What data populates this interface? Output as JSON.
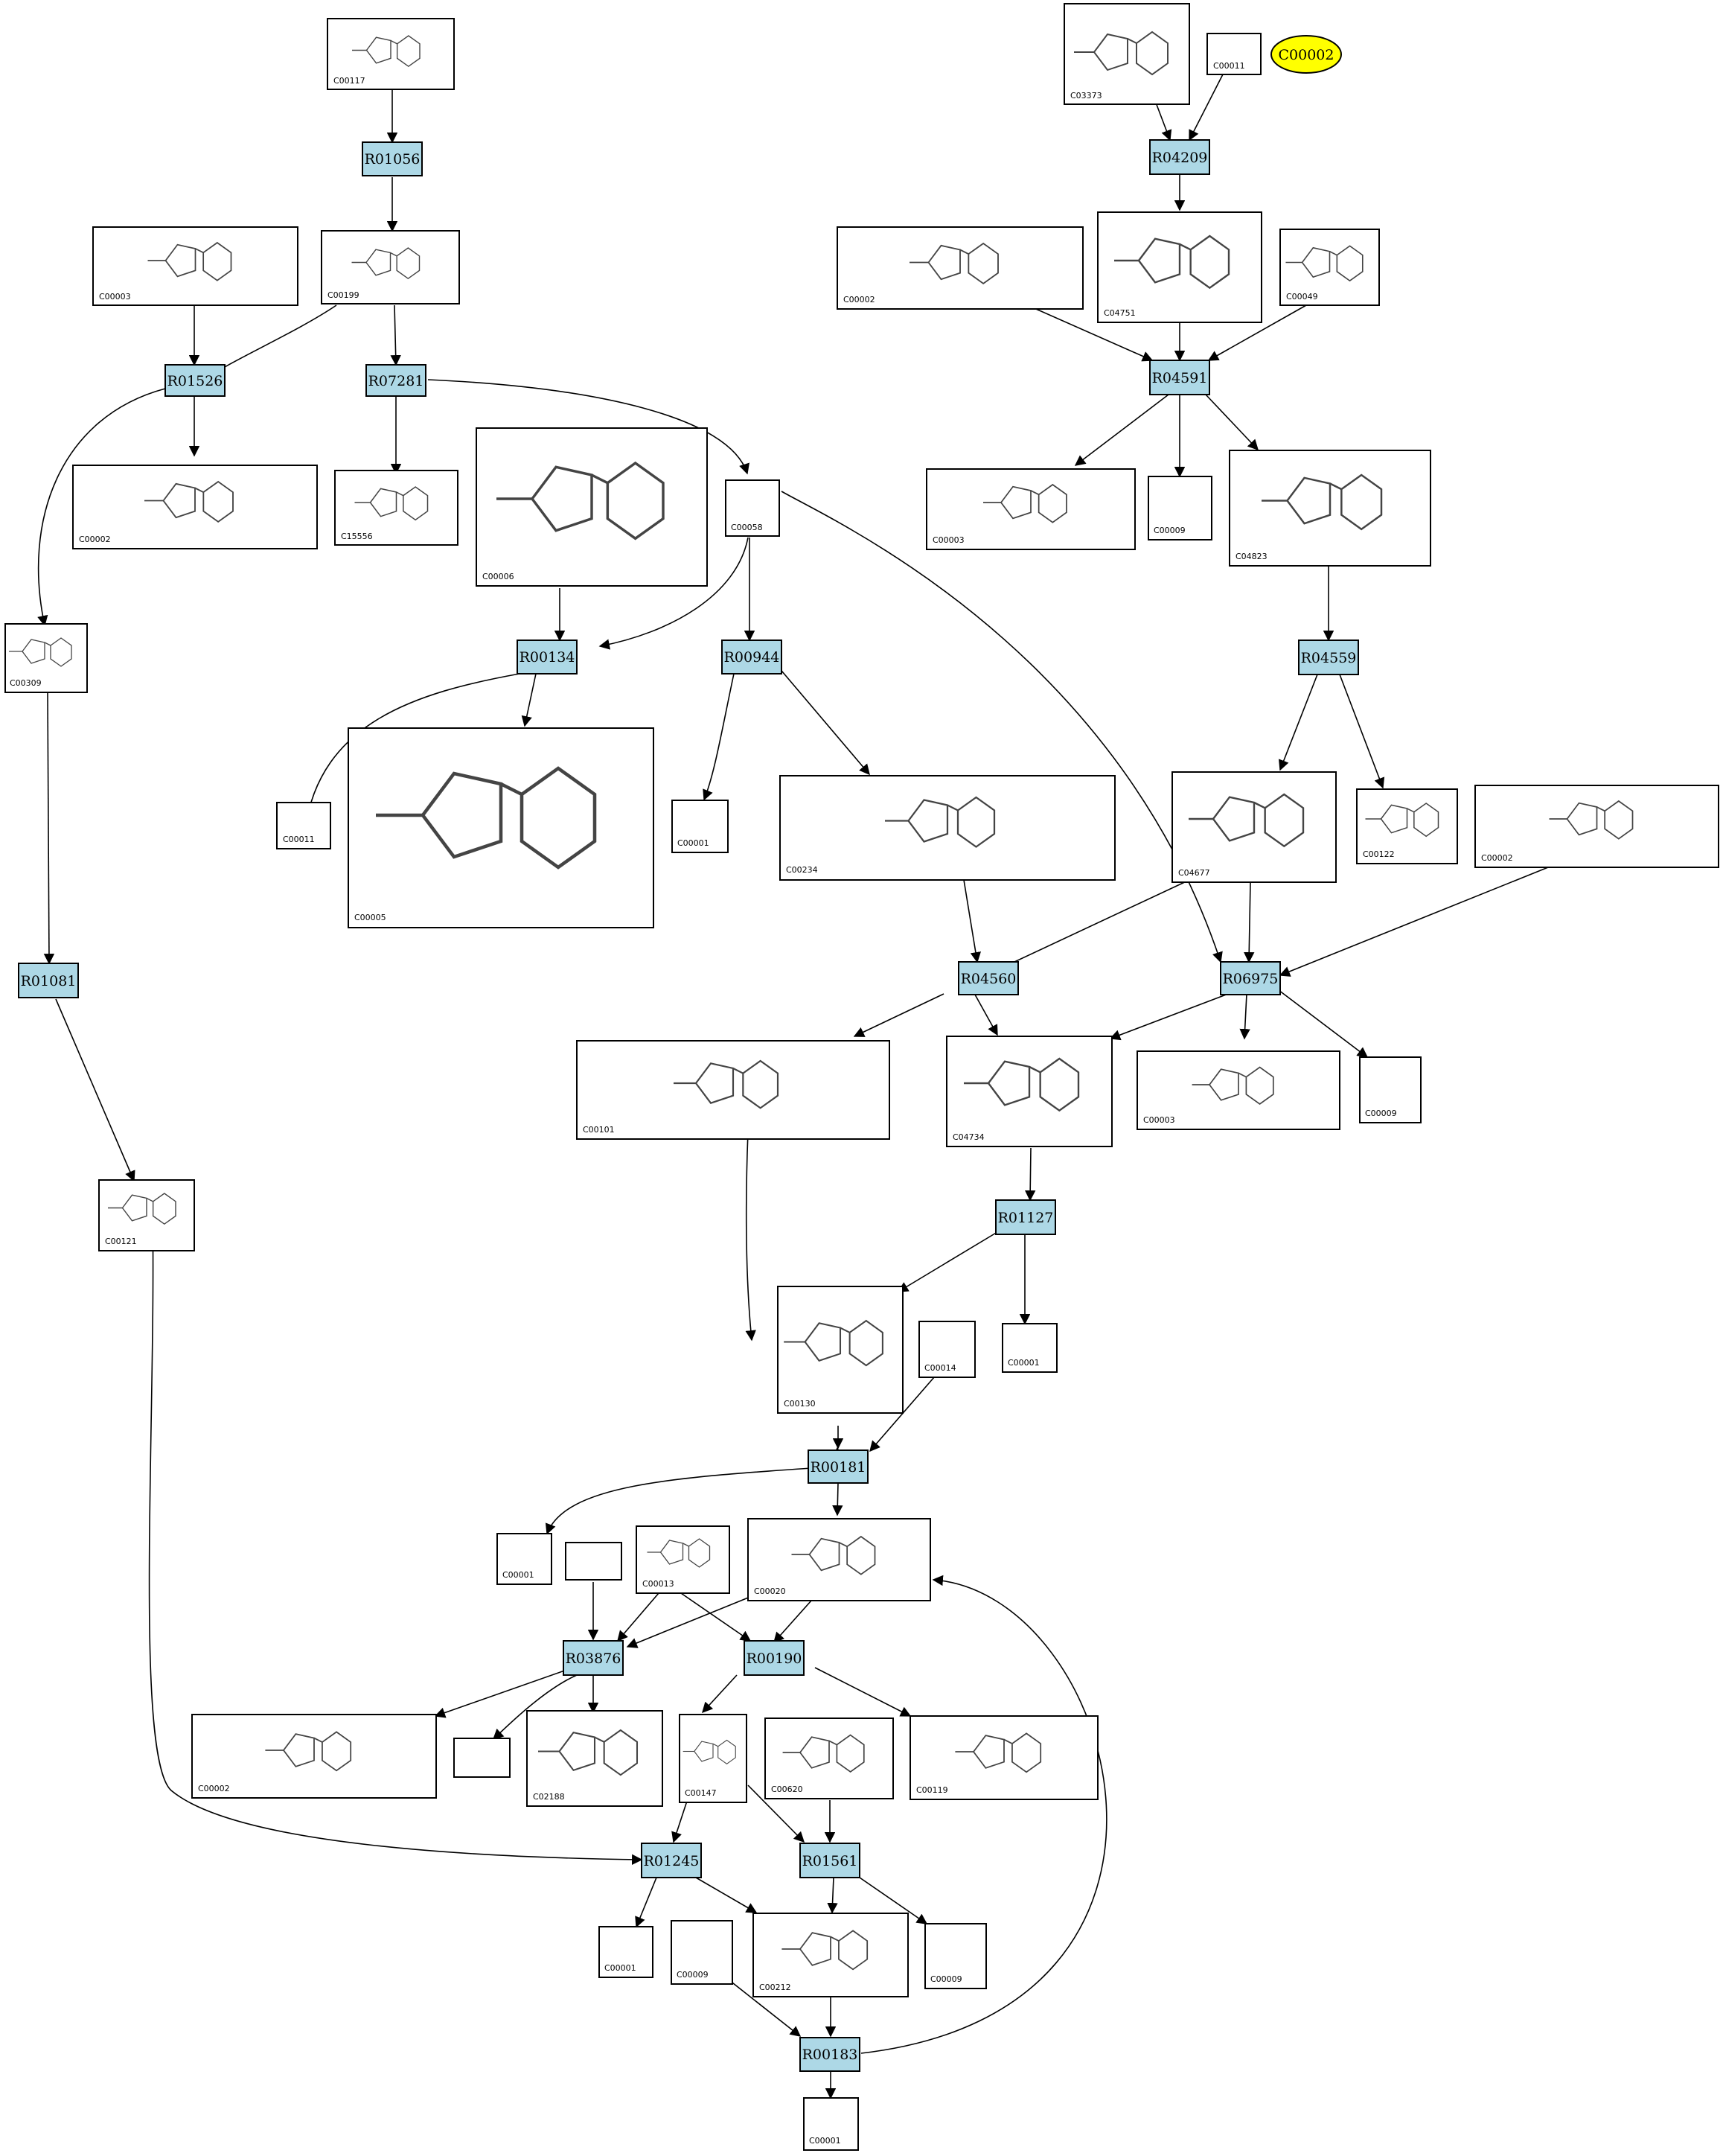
{
  "highlight": {
    "label": "C00002",
    "color": "#ffff00"
  },
  "colors": {
    "reaction_fill": "#add8e6",
    "compound_fill": "#ffffff",
    "highlight_fill": "#ffff00"
  },
  "reactions": [
    "R01056",
    "R04209",
    "R01526",
    "R07281",
    "R04591",
    "R00134",
    "R00944",
    "R04559",
    "R01081",
    "R04560",
    "R06975",
    "R01127",
    "R00181",
    "R03876",
    "R00190",
    "R01245",
    "R01561",
    "R00183"
  ],
  "compounds": [
    "C00117",
    "C03373",
    "C00011",
    "C00199",
    "C00003",
    "C00002",
    "C04751",
    "C00049",
    "C15556",
    "C00006",
    "C00058",
    "C00003",
    "C00009",
    "C04823",
    "C00309",
    "C00011",
    "C00005",
    "C00001",
    "C00234",
    "C04677",
    "C00122",
    "C00002",
    "C00101",
    "C04734",
    "C00003",
    "C00009",
    "C00121",
    "C00130",
    "C00014",
    "C00001",
    "C00001",
    "C00013",
    "C00020",
    "C00002",
    "C02188",
    "C00147",
    "C00620",
    "C00119",
    "C00001",
    "C00009",
    "C00212",
    "C00009",
    "C00001"
  ]
}
